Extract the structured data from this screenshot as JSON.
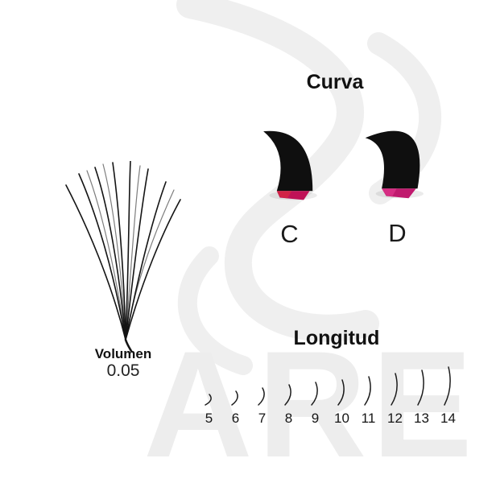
{
  "colors": {
    "lash_black": "#121212",
    "curl_base_magenta": "#bf1257",
    "watermark_gray": "#ededed",
    "text": "#111111"
  },
  "watermark": {
    "text": "ARE"
  },
  "curva": {
    "title": "Curva",
    "options": [
      {
        "label": "C"
      },
      {
        "label": "D"
      }
    ]
  },
  "volumen": {
    "label": "Volumen",
    "value": "0.05"
  },
  "longitud": {
    "title": "Longitud",
    "sizes": [
      "5",
      "6",
      "7",
      "8",
      "9",
      "10",
      "11",
      "12",
      "13",
      "14"
    ]
  }
}
